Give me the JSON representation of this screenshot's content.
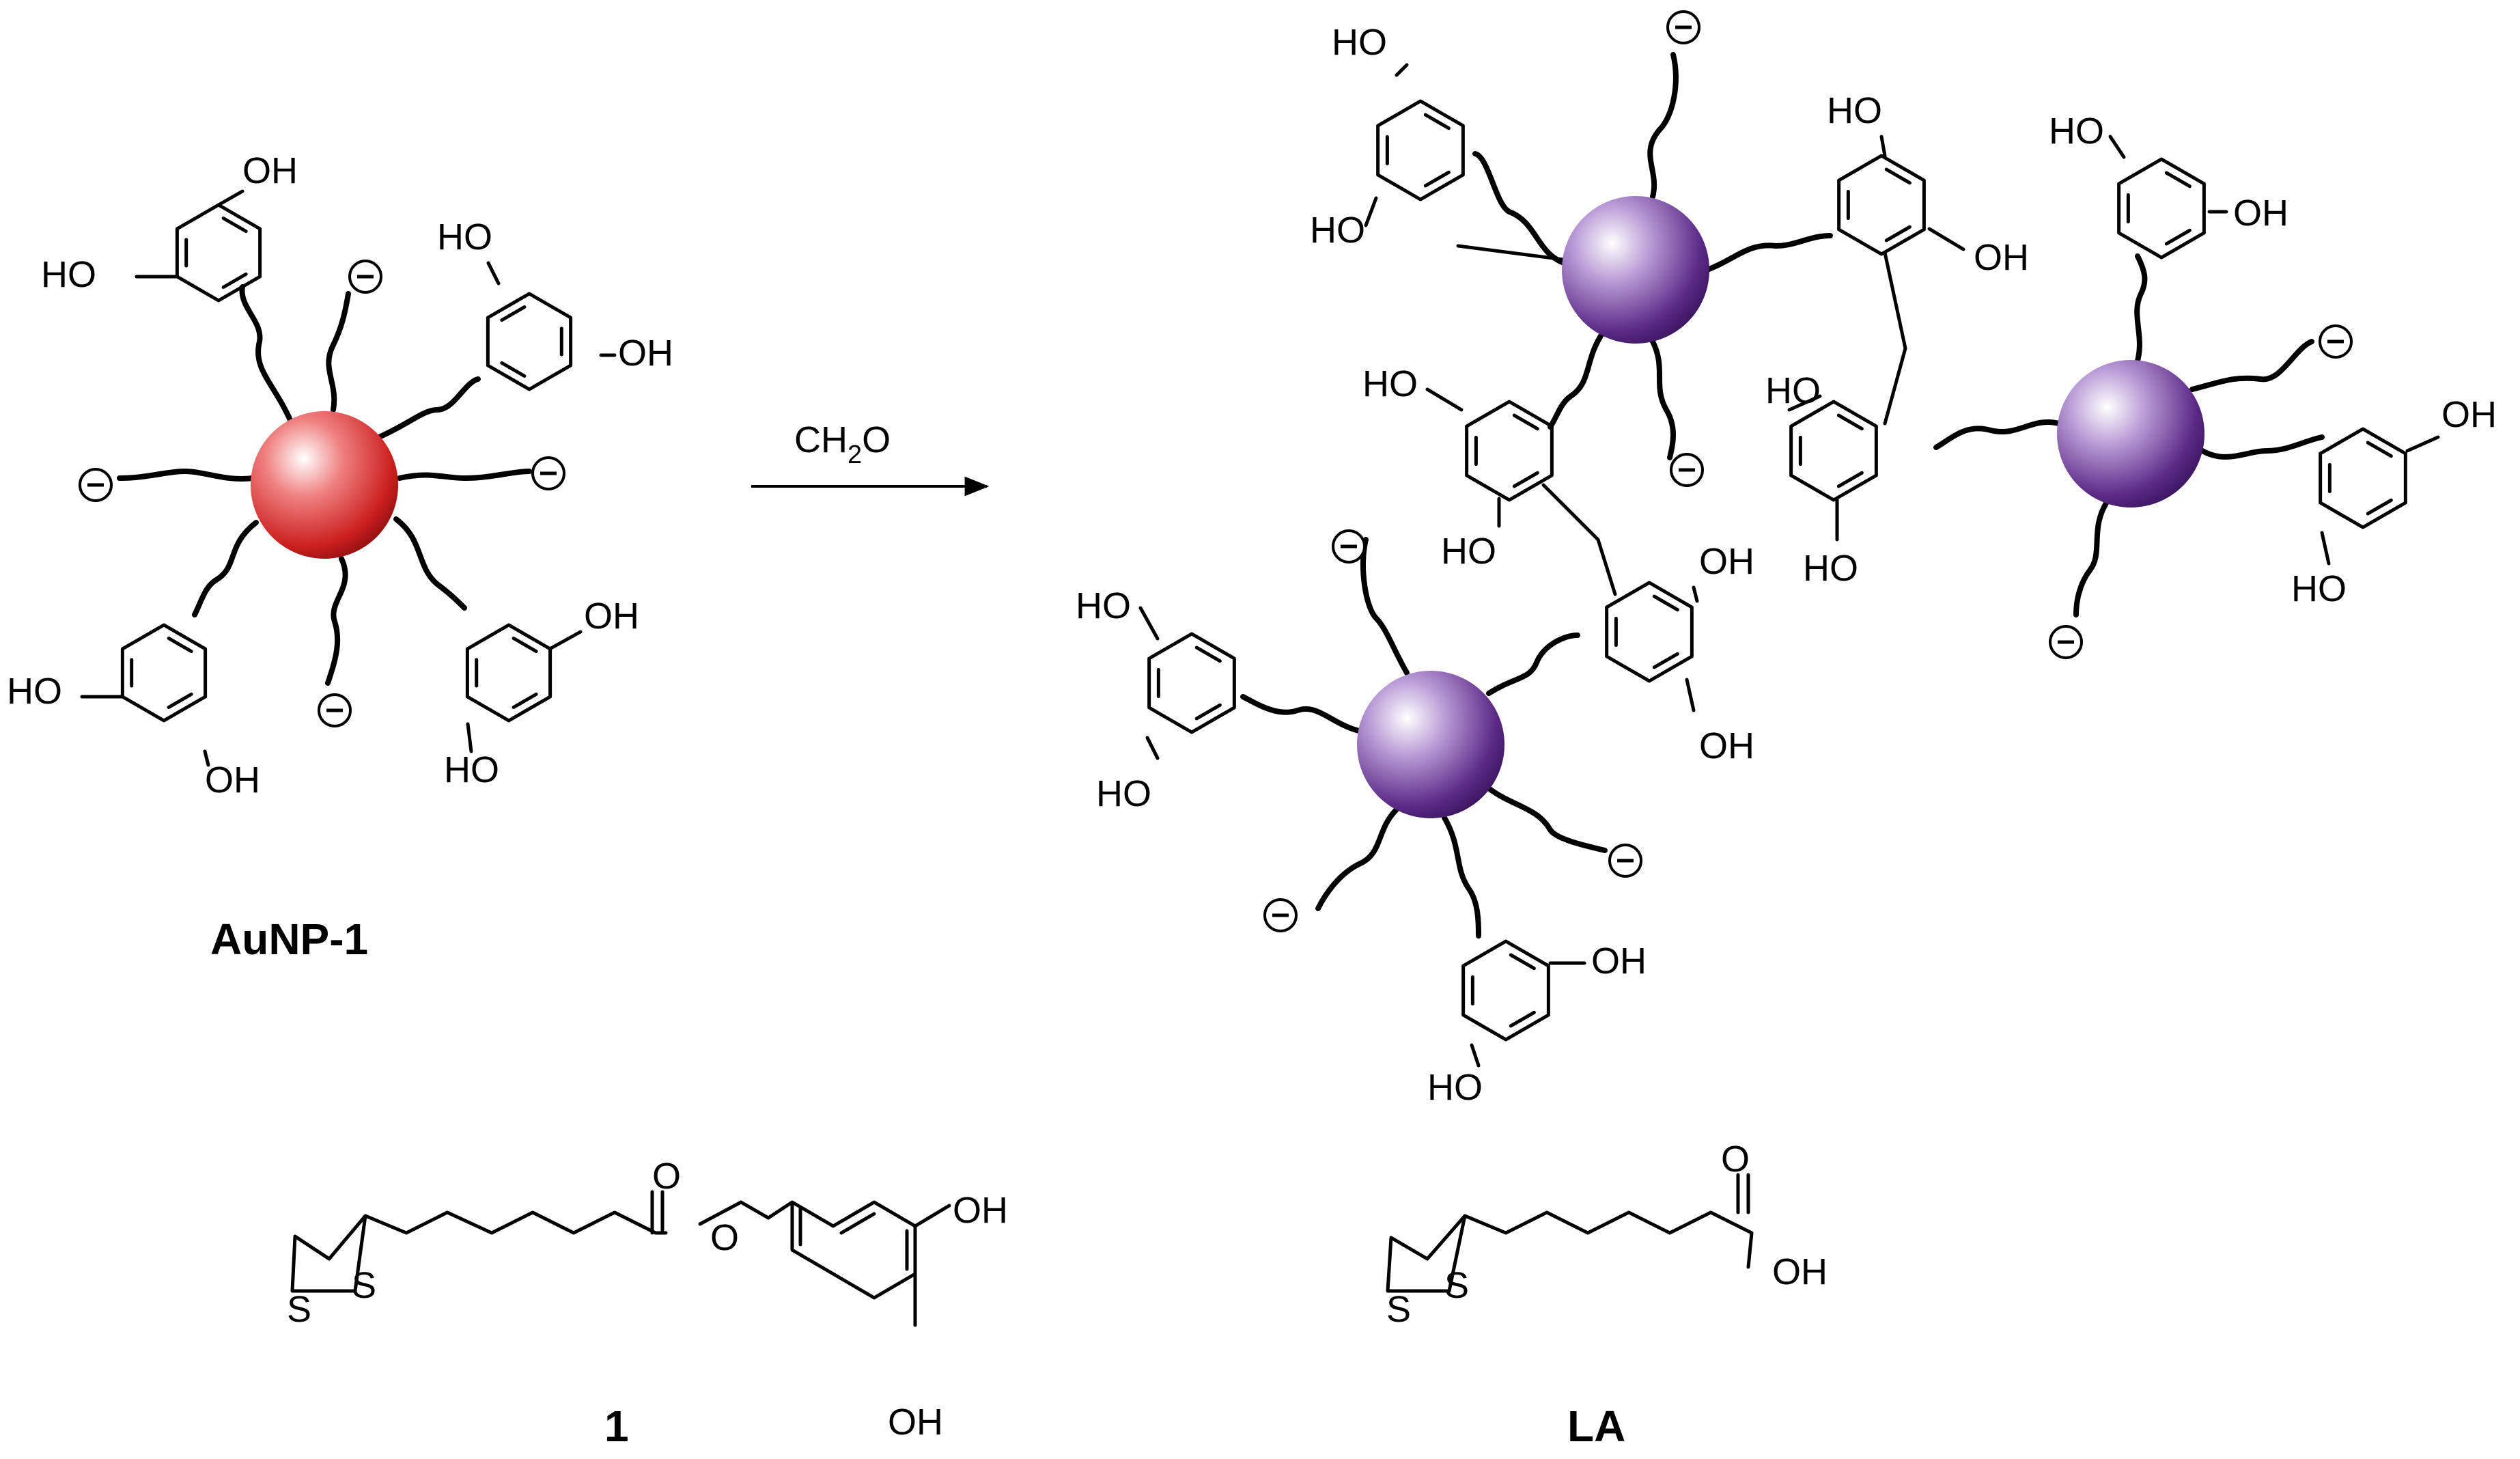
{
  "labels": {
    "oh": "OH",
    "ho": "HO",
    "ch2o_prefix": "CH",
    "ch2o_sub": "2",
    "ch2o_suffix": "O",
    "aunp1": "AuNP-1",
    "compound1": "1",
    "la": "LA",
    "s": "S",
    "o": "O"
  },
  "colors": {
    "reactant_nanoparticle": "#cc1f1f",
    "product_nanoparticle": "#5b2a86"
  },
  "icons": {
    "charge": "negative-charge-icon"
  }
}
